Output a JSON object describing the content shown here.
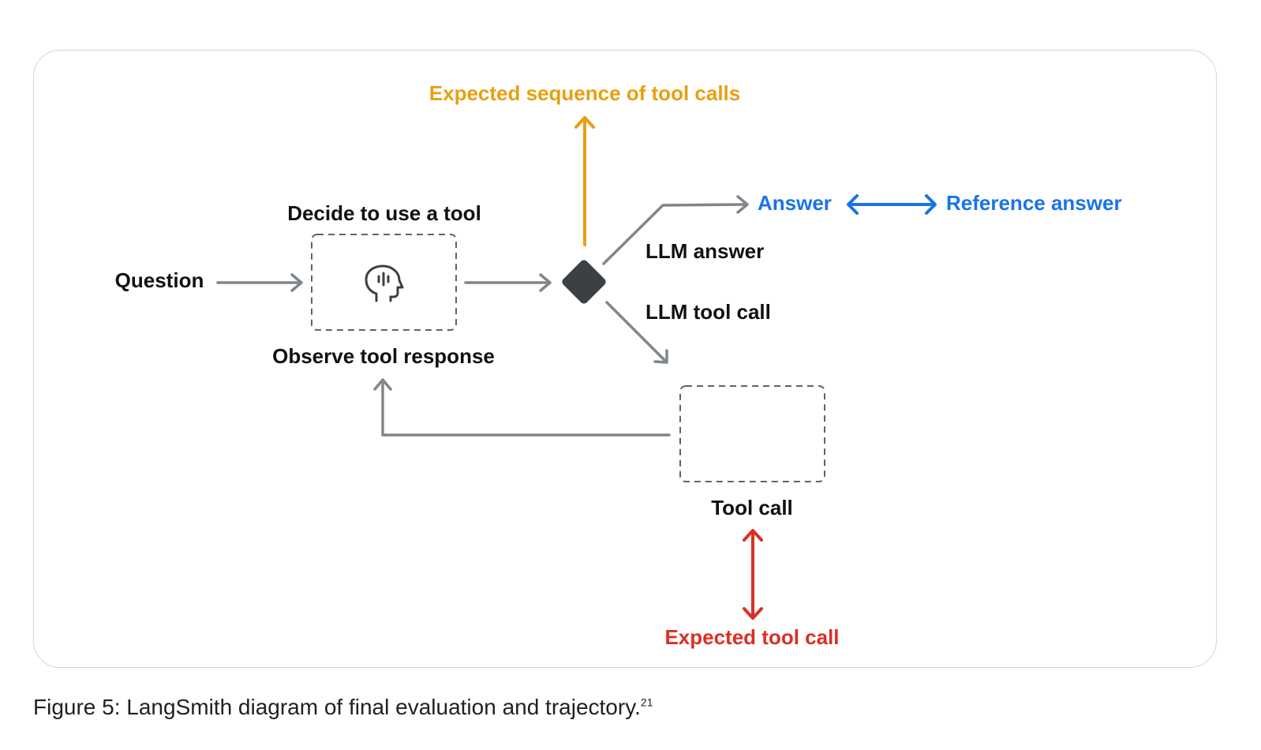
{
  "labels": {
    "expected_sequence": "Expected sequence of tool calls",
    "decide": "Decide to use a tool",
    "question": "Question",
    "observe": "Observe tool response",
    "llm_answer": "LLM answer",
    "llm_tool_call": "LLM tool call",
    "answer": "Answer",
    "reference_answer": "Reference answer",
    "tool_call": "Tool call",
    "expected_tool_call": "Expected tool call"
  },
  "caption": {
    "text": "Figure 5: LangSmith diagram of final evaluation and trajectory.",
    "footnote": "21"
  },
  "icons": {
    "agent_box": "head-brain-icon",
    "decision": "diamond-decision-icon"
  },
  "colors": {
    "text": "#111111",
    "arrow": "#80868b",
    "box_border": "#5f6368",
    "orange": "#e8a010",
    "blue": "#1a73e8",
    "red": "#d93025",
    "diamond": "#3c4043",
    "frame": "#d4d6d9"
  }
}
